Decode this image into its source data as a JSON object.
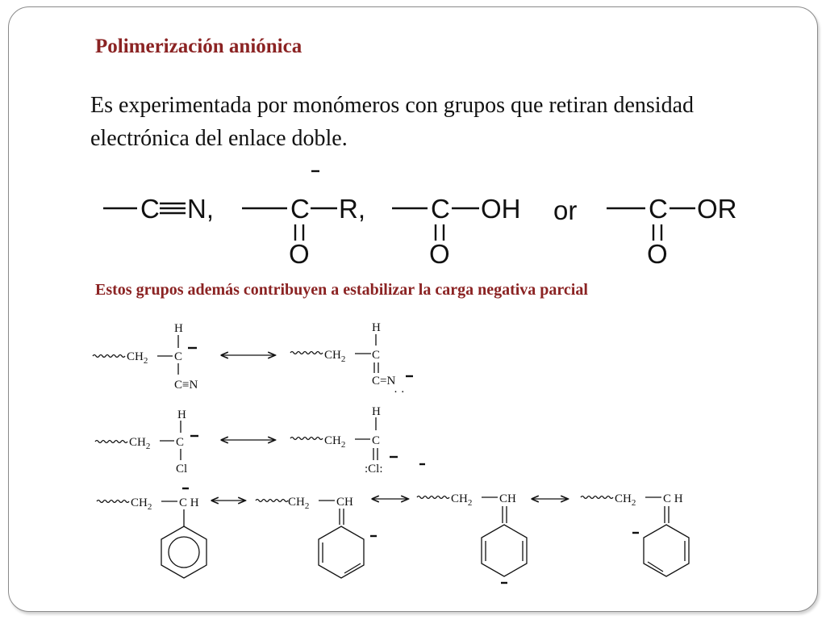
{
  "slide": {
    "title": "Polimerización aniónica",
    "intro": "Es experimentada por monómeros con grupos que retiran densidad electrónica del enlace doble.",
    "note": "Estos grupos además contribuyen a estabilizar la carga negativa parcial"
  },
  "groups": {
    "nitrile": {
      "c": "C",
      "n": "N,"
    },
    "ketone": {
      "c": "C",
      "r": "R,",
      "o": "O"
    },
    "acid": {
      "c": "C",
      "oh": "OH",
      "o": "O"
    },
    "or_word": "or",
    "ester": {
      "c": "C",
      "or": "OR",
      "o": "O"
    }
  },
  "resonance": {
    "row1": {
      "left": {
        "ch2": "CH",
        "sub": "2",
        "c": "C",
        "h": "H",
        "n": "C≡N"
      },
      "right": {
        "ch2": "CH",
        "sub": "2",
        "c": "C",
        "h": "H",
        "n": "C=N"
      }
    },
    "row2": {
      "left": {
        "ch2": "CH",
        "sub": "2",
        "c": "C",
        "h": "H",
        "cl": "Cl"
      },
      "right": {
        "ch2": "CH",
        "sub": "2",
        "c": "C",
        "h": "H",
        "cl": ":Cl:"
      }
    },
    "row3": {
      "s1": {
        "ch2": "CH",
        "sub": "2",
        "ch": "C H"
      },
      "s2": {
        "ch2": "CH",
        "sub": "2",
        "ch": "CH"
      },
      "s3": {
        "ch2": "CH",
        "sub": "2",
        "ch": "CH"
      },
      "s4": {
        "ch2": "CH",
        "sub": "2",
        "ch": "C H"
      }
    }
  }
}
